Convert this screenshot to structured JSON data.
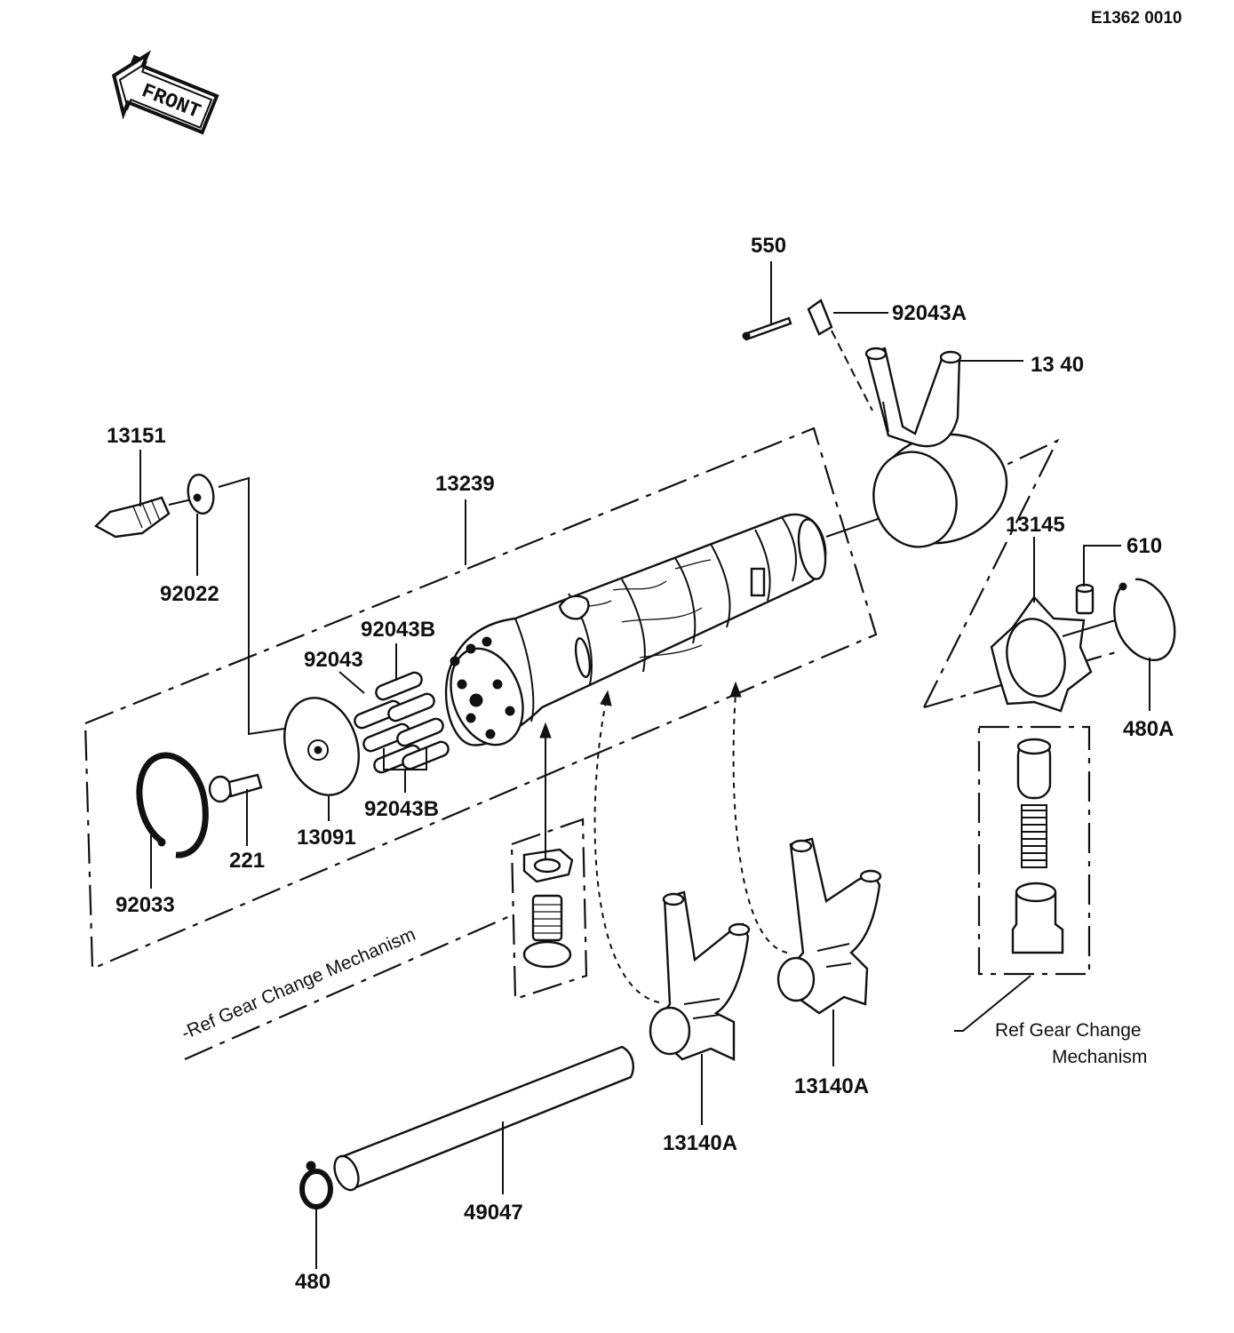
{
  "diagram": {
    "code": "E1362 0010",
    "direction": {
      "text": "FRONT",
      "icon": "arrow-front-icon"
    },
    "parts": [
      {
        "id": "550"
      },
      {
        "id": "92043A"
      },
      {
        "id": "13 40"
      },
      {
        "id": "13151"
      },
      {
        "id": "92022"
      },
      {
        "id": "13239"
      },
      {
        "id": "13145"
      },
      {
        "id": "610"
      },
      {
        "id": "92043B"
      },
      {
        "id": "92043"
      },
      {
        "id": "480A"
      },
      {
        "id": "92043B"
      },
      {
        "id": "13091"
      },
      {
        "id": "221"
      },
      {
        "id": "92033"
      },
      {
        "id": "13140A"
      },
      {
        "id": "13140A"
      },
      {
        "id": "49047"
      },
      {
        "id": "480"
      }
    ],
    "notes": {
      "ref_left": "-Ref Gear Change Mechanism",
      "ref_right_line1": "Ref  Gear Change",
      "ref_right_line2": "Mechanism"
    }
  }
}
